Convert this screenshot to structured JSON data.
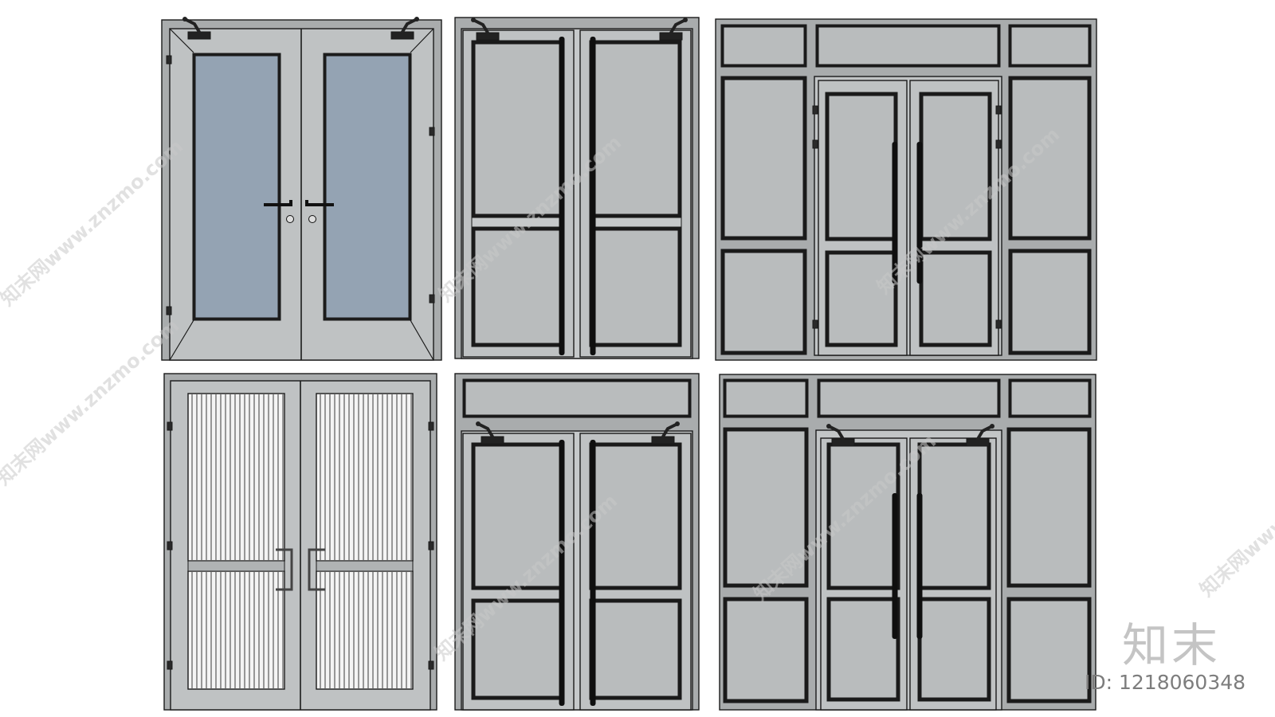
{
  "watermark": {
    "text": "知末网www.znzmo.com",
    "brand": "知末",
    "id_label": "ID: 1218060348"
  },
  "doors": [
    {
      "style": "fire-door-glass-panels",
      "glass_color": "#94a3b3"
    },
    {
      "style": "black-trim-double-door-with-closers"
    },
    {
      "style": "storefront-with-side-lites-and-transom"
    },
    {
      "style": "fluted-glass-double-door"
    },
    {
      "style": "double-door-with-transom"
    },
    {
      "style": "storefront-with-side-lites-transom-and-closers"
    }
  ],
  "colors": {
    "frame": "#a9acad",
    "leaf": "#bfc2c3",
    "glass": "#b9bcbd",
    "blue_glass": "#94a3b3",
    "outline": "#1a1a1a"
  },
  "icons": [
    "door-closer-icon",
    "lever-handle-icon",
    "pull-handle-icon",
    "hinge-icon",
    "keyhole-icon"
  ]
}
